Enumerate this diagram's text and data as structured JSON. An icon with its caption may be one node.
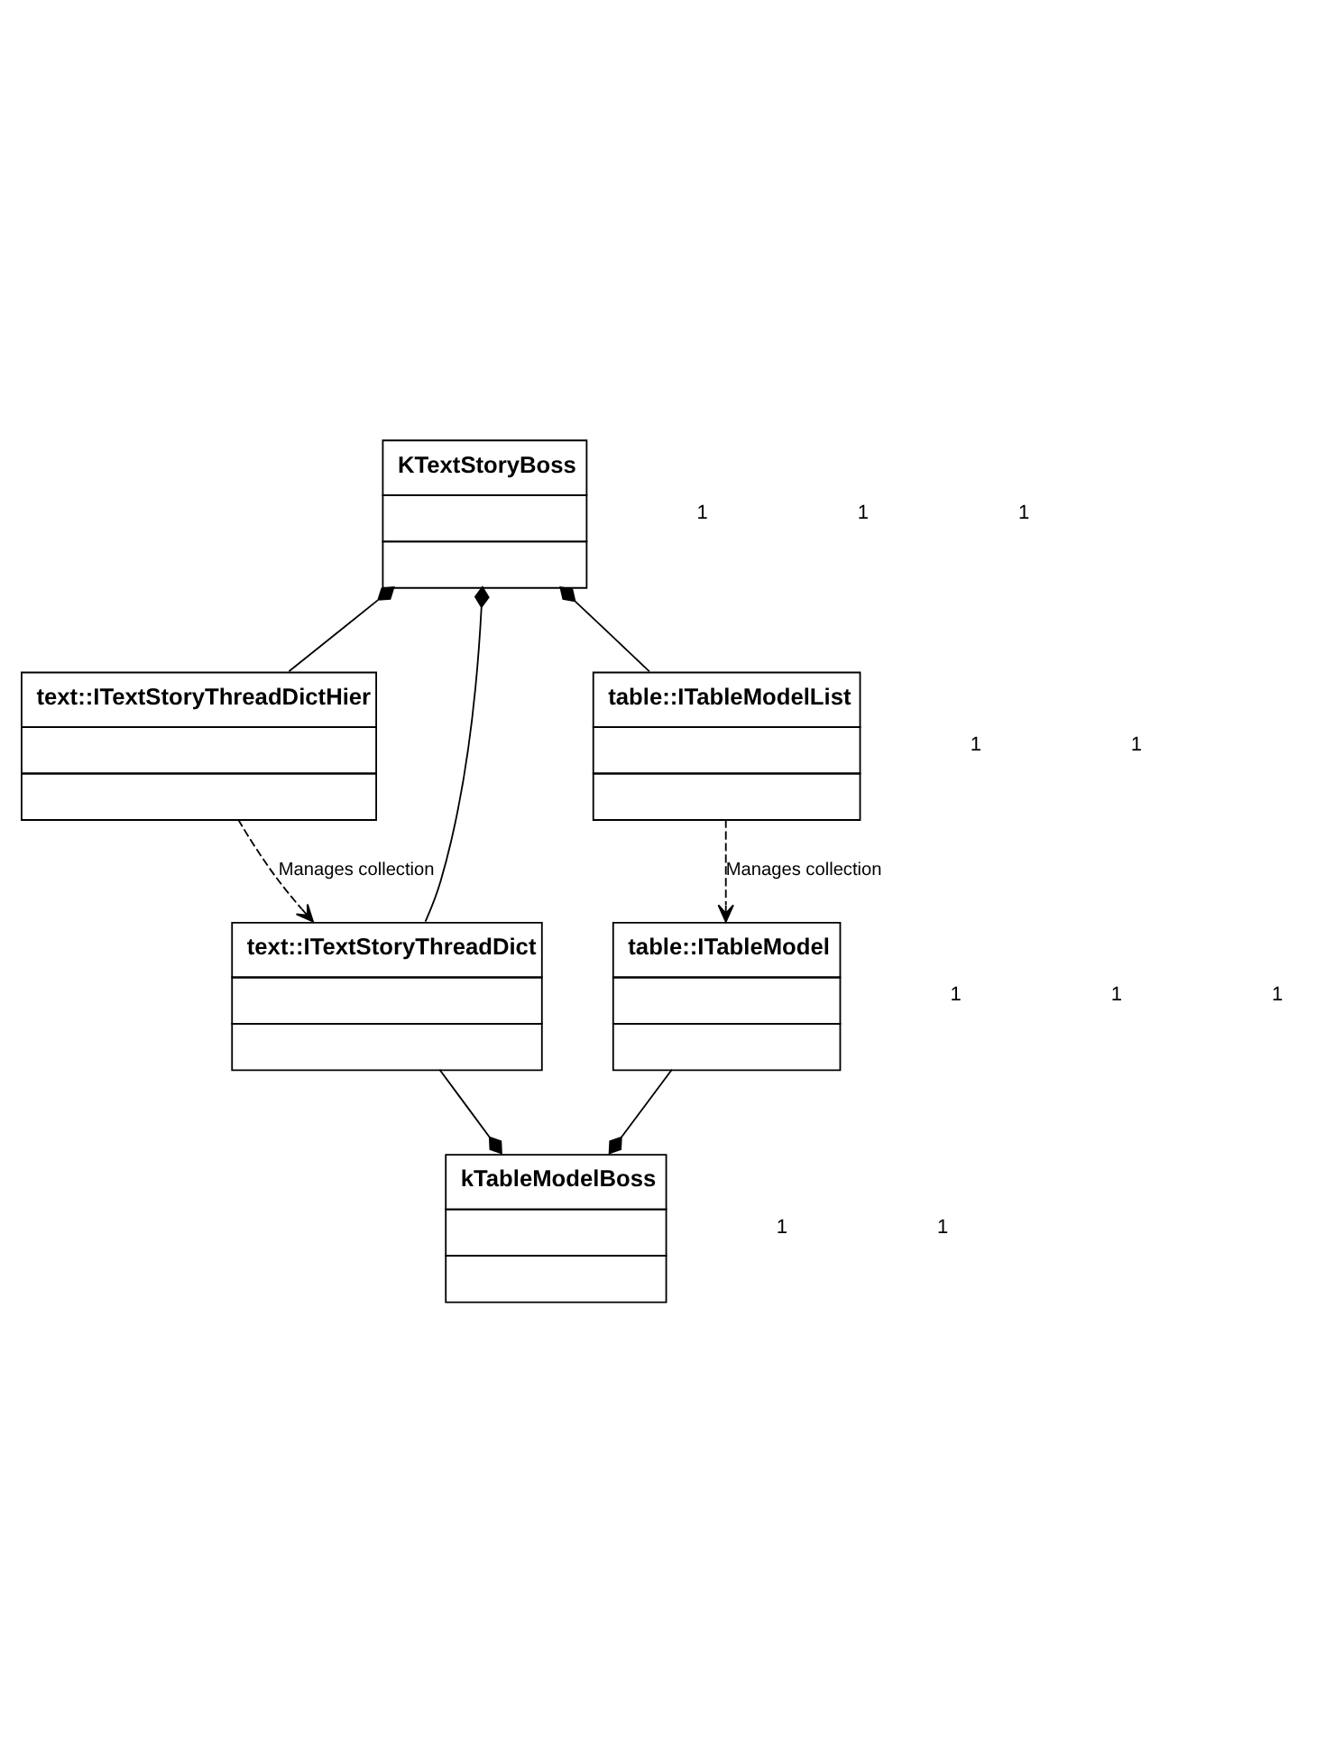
{
  "diagram": {
    "nodes": [
      {
        "text": [
          "KTextStoryBoss"
        ]
      },
      {
        "text": [
          "text::ITextStoryThreadDictHier"
        ]
      },
      {
        "text": [
          "table::ITableModelList"
        ]
      },
      {
        "text": [
          "text::ITextStoryThreadDict"
        ]
      },
      {
        "text": [
          "table::ITableModel"
        ]
      },
      {
        "text": [
          "kTableModelBoss"
        ]
      }
    ],
    "edges": [
      {
        "from": 0,
        "to": 1,
        "arrow": "other"
      },
      {
        "from": 0,
        "to": 2,
        "arrow": "other"
      },
      {
        "from": 0,
        "to": 3,
        "arrow": "other"
      },
      {
        "from": 1,
        "to": 3,
        "arrow": "to",
        "style": "dashed",
        "label": "Manages collection"
      },
      {
        "from": 2,
        "to": 4,
        "arrow": "to",
        "style": "dashed",
        "label": "Manages collection"
      },
      {
        "from": 3,
        "to": 5,
        "arrow": "other"
      },
      {
        "from": 4,
        "to": 5,
        "arrow": "other"
      }
    ],
    "labels": [
      "1",
      "1",
      "1",
      "1",
      "1",
      "1",
      "1",
      "1",
      "1",
      "1"
    ]
  }
}
